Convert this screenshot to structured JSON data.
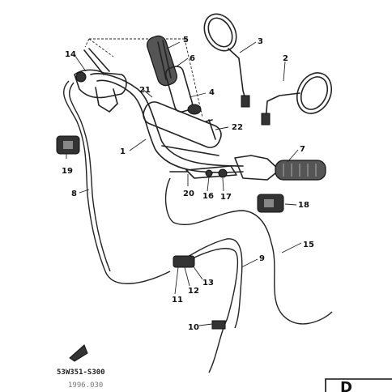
{
  "diagram": {
    "callouts": [
      "1",
      "2",
      "3",
      "4",
      "5",
      "6",
      "7",
      "8",
      "9",
      "10",
      "11",
      "12",
      "13",
      "14",
      "15",
      "16",
      "17",
      "18",
      "19",
      "20",
      "21",
      "22"
    ],
    "part_code": "53W351-S300",
    "secondary_code": "1996.030",
    "page_letter": "D"
  }
}
